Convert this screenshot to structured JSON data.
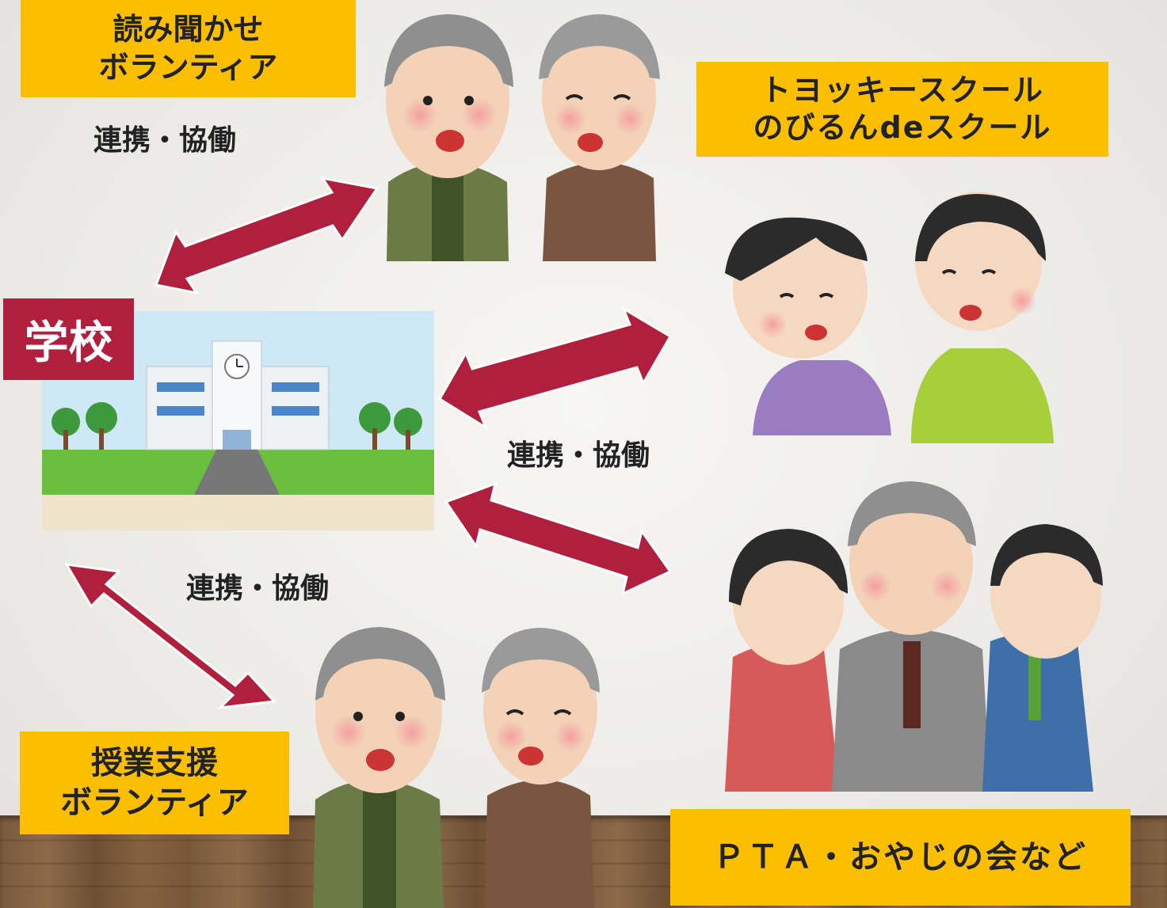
{
  "labels": {
    "reading_volunteer": [
      "読み聞かせ",
      "ボランティア"
    ],
    "toyokki_school": [
      "トヨッキースクール",
      "のびるんdeスクール"
    ],
    "class_support": [
      "授業支援",
      "ボランティア"
    ],
    "pta": "ＰＴＡ・おやじの会など",
    "school": "学校"
  },
  "cooperation": {
    "top": "連携・協働",
    "middle": "連携・協働",
    "bottom": "連携・協働"
  },
  "colors": {
    "label_bg": "#fbbf00",
    "arrow": "#b0203e",
    "school_tag": "#b0203e"
  }
}
